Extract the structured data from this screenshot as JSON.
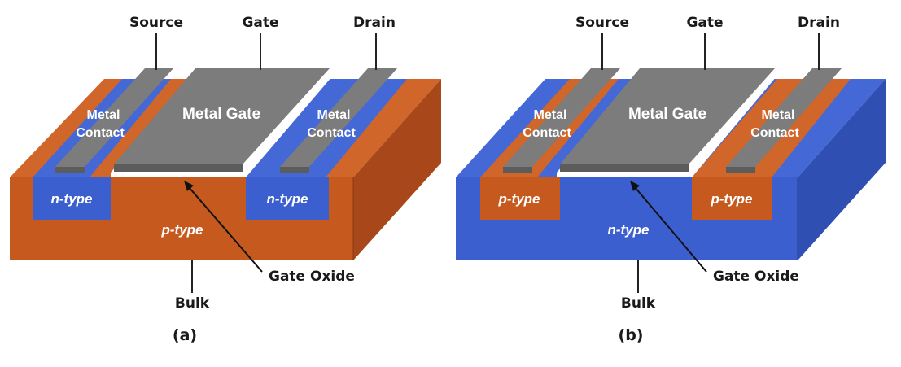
{
  "colors": {
    "p_type": "#c65a1e",
    "p_type_side": "#a8481a",
    "p_type_top": "#d0662a",
    "n_type": "#3b5fcf",
    "n_type_side": "#2f4fb3",
    "n_type_top": "#4468d6",
    "metal_top": "#7c7c7c",
    "metal_side": "#5c5c5c",
    "oxide": "#ffffff"
  },
  "diagrams": [
    {
      "caption": "(a)",
      "terminals": {
        "source": "Source",
        "gate": "Gate",
        "drain": "Drain",
        "bulk": "Bulk"
      },
      "metal_gate": "Metal Gate",
      "left_contact": [
        "Metal",
        "Contact"
      ],
      "right_contact": [
        "Metal",
        "Contact"
      ],
      "left_well": "n-type",
      "right_well": "n-type",
      "substrate": "p-type",
      "gate_oxide": "Gate Oxide"
    },
    {
      "caption": "(b)",
      "terminals": {
        "source": "Source",
        "gate": "Gate",
        "drain": "Drain",
        "bulk": "Bulk"
      },
      "metal_gate": "Metal Gate",
      "left_contact": [
        "Metal",
        "Contact"
      ],
      "right_contact": [
        "Metal",
        "Contact"
      ],
      "left_well": "p-type",
      "right_well": "p-type",
      "substrate": "n-type",
      "gate_oxide": "Gate Oxide"
    }
  ]
}
